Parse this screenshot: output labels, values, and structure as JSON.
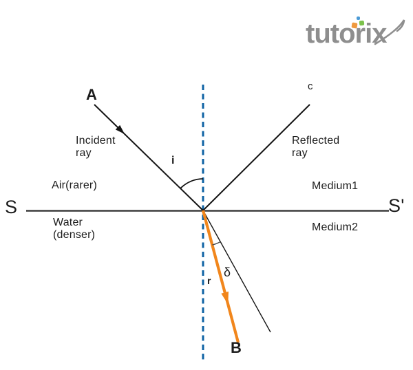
{
  "logo": {
    "text": "tutorix"
  },
  "colors": {
    "label_black": "#1c1c1c",
    "ray_black": "#141414",
    "interface_gray": "#3d3d3d",
    "normal_blue": "#0f63a4",
    "refracted_orange": "#f1861c",
    "arc_gray": "#4a4a4a",
    "logo_gray": "#8e8e8e",
    "logo_square_orange": "#f0993e",
    "logo_square_green": "#7cc24b",
    "logo_square_blue": "#4c9bd6"
  },
  "diagram": {
    "points": {
      "a": "A",
      "b": "B",
      "c": "c",
      "s_left": "S",
      "s_right": "S'"
    },
    "angles": {
      "incidence": "i",
      "refraction": "r",
      "deviation": "δ"
    },
    "rays": {
      "incident": "Incident\nray",
      "reflected": "Reflected\nray"
    },
    "media": {
      "upper": "Air(rarer)",
      "lower": "Water\n(denser)",
      "right_upper": "Medium1",
      "right_lower": "Medium2"
    }
  }
}
